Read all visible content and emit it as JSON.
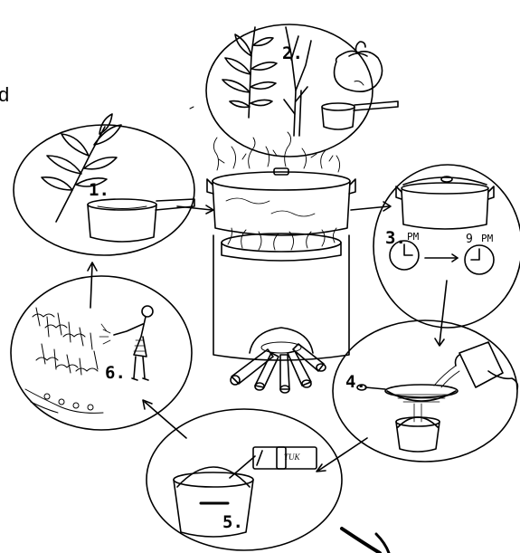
{
  "edge_fragment": "d",
  "steps": [
    {
      "number": "1.",
      "icon": "plant-and-pot"
    },
    {
      "number": "2.",
      "icon": "leaves-stem-fruit-ladle"
    },
    {
      "number": "3.",
      "icon": "covered-pot-and-clocks"
    },
    {
      "number": "4.",
      "icon": "pouring-through-sieve"
    },
    {
      "number": "5.",
      "icon": "bucket-and-packets"
    },
    {
      "number": "6.",
      "icon": "spraying-crops"
    }
  ],
  "clocks": {
    "start_label": "PM",
    "end_hour": "9",
    "end_label": "PM"
  },
  "packet_labels": [
    "",
    "TUK"
  ]
}
